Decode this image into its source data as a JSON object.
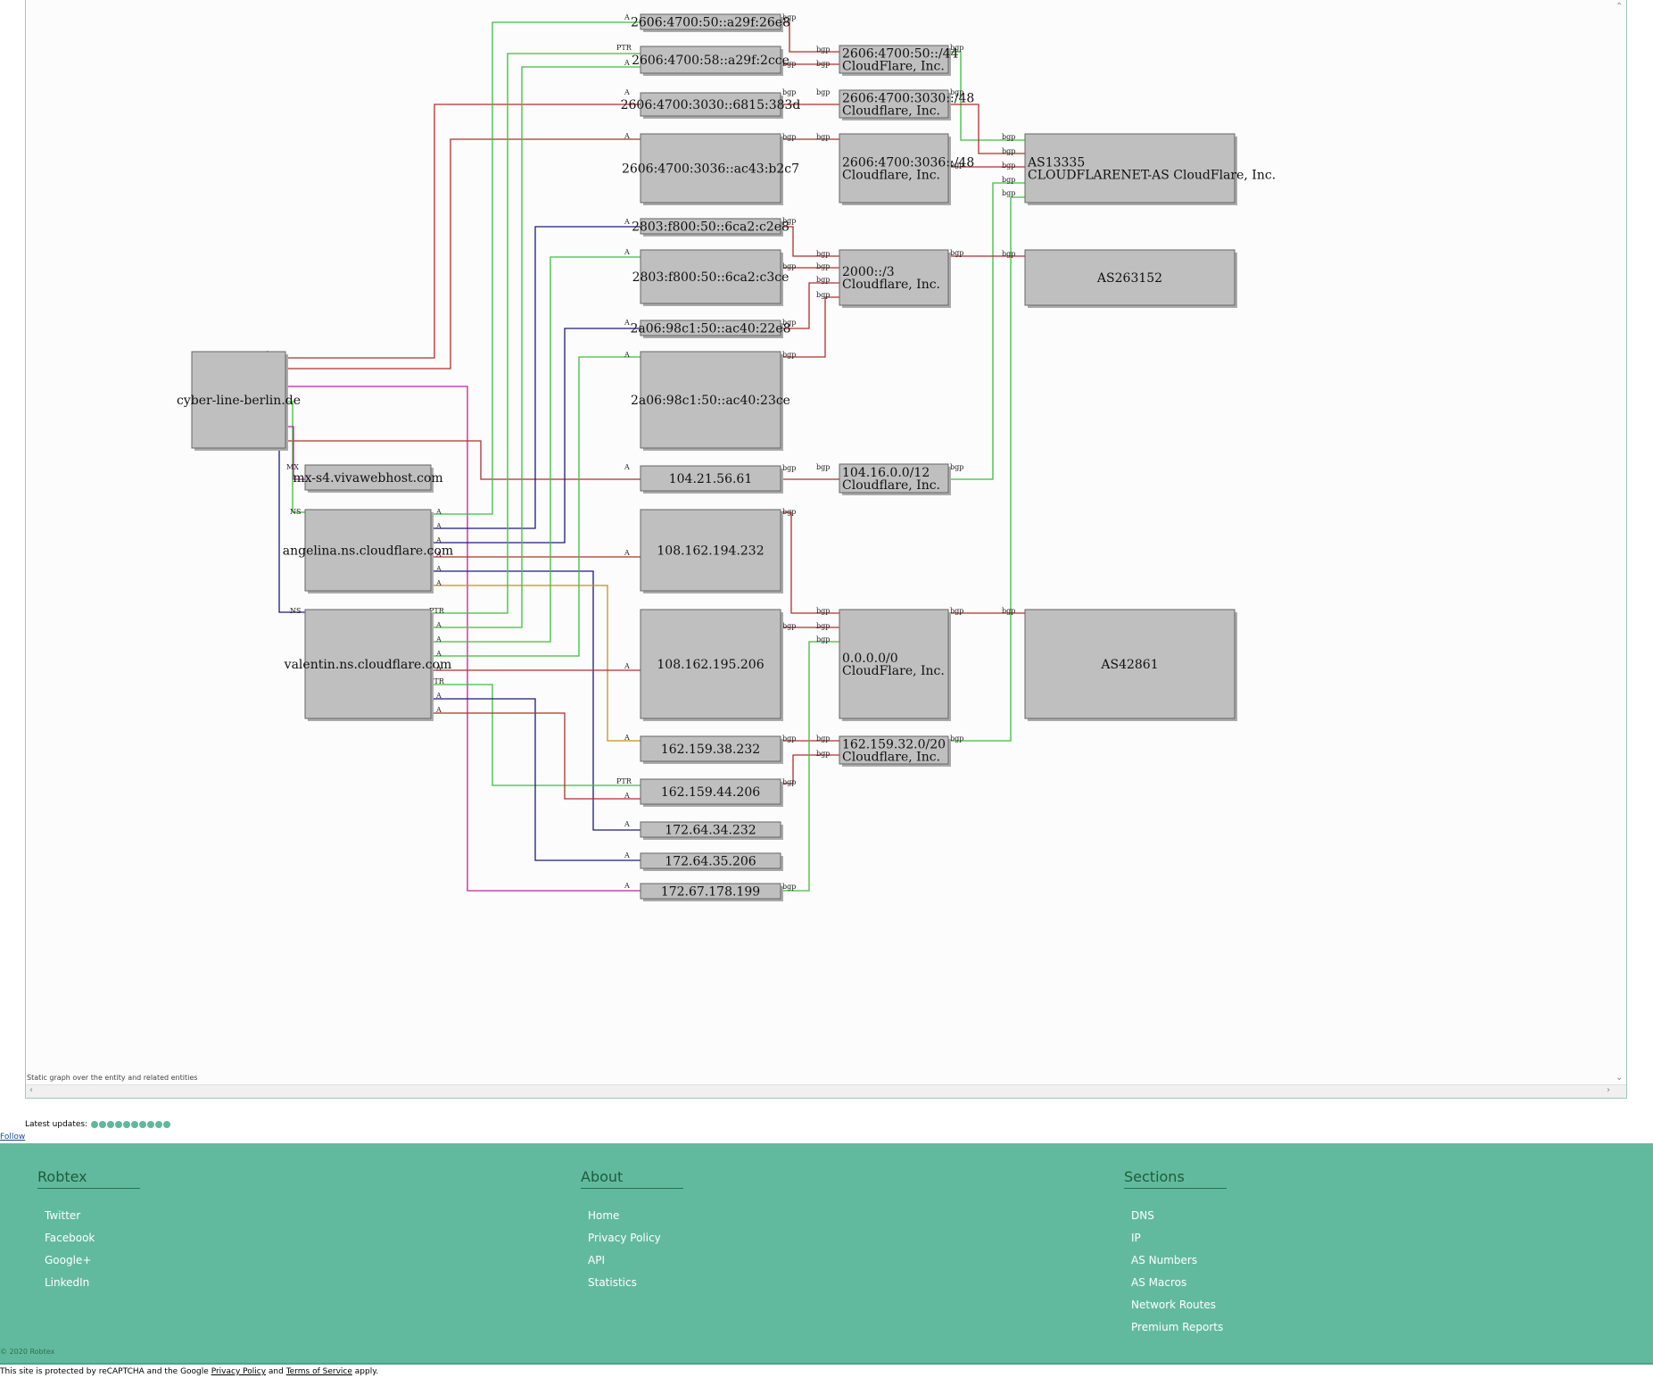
{
  "graph": {
    "caption": "Static graph over the entity and related entities",
    "nodes": [
      {
        "id": "domain",
        "lines": [
          "cyber-line-berlin.de"
        ]
      },
      {
        "id": "mx",
        "lines": [
          "mx-s4.vivawebhost.com"
        ]
      },
      {
        "id": "ns1",
        "lines": [
          "angelina.ns.cloudflare.com"
        ]
      },
      {
        "id": "ns2",
        "lines": [
          "valentin.ns.cloudflare.com"
        ]
      },
      {
        "id": "ip1",
        "lines": [
          "2606:4700:50::a29f:26e8"
        ]
      },
      {
        "id": "ip2",
        "lines": [
          "2606:4700:58::a29f:2cce"
        ]
      },
      {
        "id": "ip3",
        "lines": [
          "2606:4700:3030::6815:383d"
        ]
      },
      {
        "id": "ip4",
        "lines": [
          "2606:4700:3036::ac43:b2c7"
        ]
      },
      {
        "id": "ip5",
        "lines": [
          "2803:f800:50::6ca2:c2e8"
        ]
      },
      {
        "id": "ip6",
        "lines": [
          "2803:f800:50::6ca2:c3ce"
        ]
      },
      {
        "id": "ip7",
        "lines": [
          "2a06:98c1:50::ac40:22e8"
        ]
      },
      {
        "id": "ip8",
        "lines": [
          "2a06:98c1:50::ac40:23ce"
        ]
      },
      {
        "id": "ip9",
        "lines": [
          "104.21.56.61"
        ]
      },
      {
        "id": "ip10",
        "lines": [
          "108.162.194.232"
        ]
      },
      {
        "id": "ip11",
        "lines": [
          "108.162.195.206"
        ]
      },
      {
        "id": "ip12",
        "lines": [
          "162.159.38.232"
        ]
      },
      {
        "id": "ip13",
        "lines": [
          "162.159.44.206"
        ]
      },
      {
        "id": "ip14",
        "lines": [
          "172.64.34.232"
        ]
      },
      {
        "id": "ip15",
        "lines": [
          "172.64.35.206"
        ]
      },
      {
        "id": "ip16",
        "lines": [
          "172.67.178.199"
        ]
      },
      {
        "id": "r1",
        "lines": [
          "2606:4700:50::/44",
          "CloudFlare, Inc."
        ]
      },
      {
        "id": "r2",
        "lines": [
          "2606:4700:3030::/48",
          "Cloudflare, Inc."
        ]
      },
      {
        "id": "r3",
        "lines": [
          "2606:4700:3036::/48",
          "Cloudflare, Inc."
        ]
      },
      {
        "id": "r4",
        "lines": [
          "2000::/3",
          "Cloudflare, Inc."
        ]
      },
      {
        "id": "r5",
        "lines": [
          "104.16.0.0/12",
          "Cloudflare, Inc."
        ]
      },
      {
        "id": "r6",
        "lines": [
          "0.0.0.0/0",
          "CloudFlare, Inc."
        ]
      },
      {
        "id": "r7",
        "lines": [
          "162.159.32.0/20",
          "Cloudflare, Inc."
        ]
      },
      {
        "id": "as1",
        "lines": [
          "AS13335",
          "CLOUDFLARENET-AS CloudFlare, Inc."
        ]
      },
      {
        "id": "as2",
        "lines": [
          "AS263152"
        ]
      },
      {
        "id": "as3",
        "lines": [
          "AS42861"
        ]
      }
    ],
    "edge_labels": {
      "a": "A",
      "ptr": "PTR",
      "ns": "NS",
      "mx": "MX",
      "bgp": "bgp"
    },
    "colors": {
      "red": "#b02f2f",
      "green": "#3cbf3c",
      "navy": "#1c1c7a",
      "magenta": "#c022a0",
      "orange": "#c89020",
      "node_fill": "#c0bfc0",
      "node_stroke": "#666666"
    }
  },
  "scroll": {
    "up": "⌃",
    "down": "⌄",
    "left": "‹",
    "right": "›"
  },
  "updates": {
    "label": "Latest updates:",
    "dot_count": 10
  },
  "follow_label": "Follow",
  "footer": {
    "columns": [
      {
        "title": "Robtex",
        "items": [
          "Twitter",
          "Facebook",
          "Google+",
          "LinkedIn"
        ]
      },
      {
        "title": "About",
        "items": [
          "Home",
          "Privacy Policy",
          "API",
          "Statistics"
        ]
      },
      {
        "title": "Sections",
        "items": [
          "DNS",
          "IP",
          "AS Numbers",
          "AS Macros",
          "Network Routes",
          "Premium Reports"
        ]
      }
    ],
    "copyright": "© 2020 Robtex"
  },
  "recaptcha": {
    "prefix": "This site is protected by reCAPTCHA and the Google",
    "privacy": "Privacy Policy",
    "and": "and",
    "terms": "Terms of Service",
    "suffix": "apply."
  }
}
